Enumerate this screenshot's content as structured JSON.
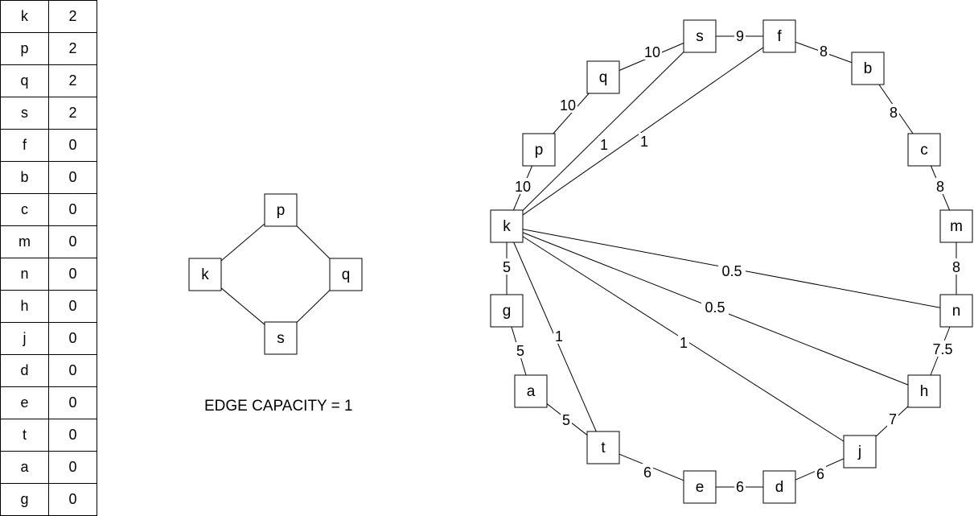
{
  "label_table": [
    {
      "node": "k",
      "label": "2"
    },
    {
      "node": "p",
      "label": "2"
    },
    {
      "node": "q",
      "label": "2"
    },
    {
      "node": "s",
      "label": "2"
    },
    {
      "node": "f",
      "label": "0"
    },
    {
      "node": "b",
      "label": "0"
    },
    {
      "node": "c",
      "label": "0"
    },
    {
      "node": "m",
      "label": "0"
    },
    {
      "node": "n",
      "label": "0"
    },
    {
      "node": "h",
      "label": "0"
    },
    {
      "node": "j",
      "label": "0"
    },
    {
      "node": "d",
      "label": "0"
    },
    {
      "node": "e",
      "label": "0"
    },
    {
      "node": "t",
      "label": "0"
    },
    {
      "node": "a",
      "label": "0"
    },
    {
      "node": "g",
      "label": "0"
    }
  ],
  "small_graph": {
    "nodes": [
      "p",
      "k",
      "q",
      "s"
    ],
    "edges": [
      [
        "k",
        "p"
      ],
      [
        "p",
        "q"
      ],
      [
        "q",
        "s"
      ],
      [
        "s",
        "k"
      ]
    ],
    "caption": "EDGE CAPACITY = 1"
  },
  "large_graph": {
    "nodes": [
      "s",
      "f",
      "q",
      "b",
      "p",
      "c",
      "k",
      "m",
      "g",
      "n",
      "a",
      "h",
      "t",
      "j",
      "e",
      "d"
    ],
    "edges": [
      {
        "from": "s",
        "to": "f",
        "label": "9"
      },
      {
        "from": "q",
        "to": "s",
        "label": "10"
      },
      {
        "from": "f",
        "to": "b",
        "label": "8"
      },
      {
        "from": "p",
        "to": "q",
        "label": "10"
      },
      {
        "from": "b",
        "to": "c",
        "label": "8"
      },
      {
        "from": "k",
        "to": "p",
        "label": "10"
      },
      {
        "from": "c",
        "to": "m",
        "label": "8"
      },
      {
        "from": "m",
        "to": "n",
        "label": "8"
      },
      {
        "from": "k",
        "to": "g",
        "label": "5"
      },
      {
        "from": "g",
        "to": "a",
        "label": "5"
      },
      {
        "from": "a",
        "to": "t",
        "label": "5"
      },
      {
        "from": "t",
        "to": "e",
        "label": "6"
      },
      {
        "from": "e",
        "to": "d",
        "label": "6"
      },
      {
        "from": "d",
        "to": "j",
        "label": "6"
      },
      {
        "from": "j",
        "to": "h",
        "label": "7"
      },
      {
        "from": "h",
        "to": "n",
        "label": "7.5"
      },
      {
        "from": "k",
        "to": "s",
        "label": "1"
      },
      {
        "from": "k",
        "to": "f",
        "label": "1"
      },
      {
        "from": "k",
        "to": "n",
        "label": "0.5"
      },
      {
        "from": "k",
        "to": "h",
        "label": "0.5"
      },
      {
        "from": "k",
        "to": "j",
        "label": "1"
      },
      {
        "from": "k",
        "to": "t",
        "label": "1"
      }
    ]
  }
}
